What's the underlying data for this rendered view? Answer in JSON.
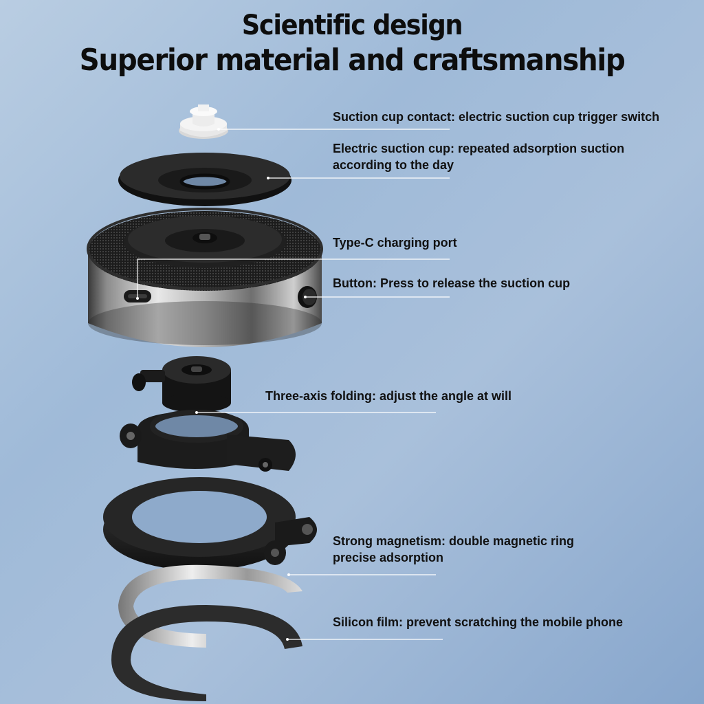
{
  "header": {
    "title_line1": "Scientific design",
    "title_line2": "Superior material and craftsmanship"
  },
  "callouts": [
    {
      "line1": "Suction cup contact: electric suction cup trigger switch",
      "line2": ""
    },
    {
      "line1": "Electric suction cup: repeated adsorption suction",
      "line2": "according to the day"
    },
    {
      "line1": "Type-C charging port",
      "line2": ""
    },
    {
      "line1": "Button: Press to release the suction cup",
      "line2": ""
    },
    {
      "line1": "Three-axis folding: adjust the angle at will",
      "line2": ""
    },
    {
      "line1": "Strong magnetism: double magnetic ring",
      "line2": "precise adsorption"
    },
    {
      "line1": "Silicon film: prevent scratching the mobile phone",
      "line2": ""
    }
  ],
  "colors": {
    "background_light": "#b9cde2",
    "background_dark": "#87a6cc",
    "text": "#111111",
    "leader_line": "#ffffff",
    "black_parts": "#1a1a1a",
    "silver_body": "#c9c9c9"
  },
  "components": [
    "suction-cup-contact",
    "electric-suction-cup",
    "main-body",
    "type-c-port",
    "release-button",
    "upper-joint",
    "folding-clamp",
    "magnetic-ring-holder",
    "steel-ring",
    "silicon-film"
  ]
}
